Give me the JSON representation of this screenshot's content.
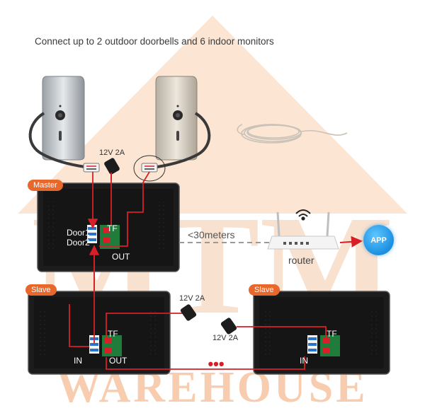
{
  "title": "Connect up to 2 outdoor doorbells and 6 indoor monitors",
  "watermark": {
    "big": "MTM",
    "word": "WAREHOUSE"
  },
  "badges": {
    "master": "Master",
    "slave_left": "Slave",
    "slave_right": "Slave"
  },
  "ports": {
    "door1": "Door1",
    "door2": "Door2",
    "tf_master": "TF",
    "out_master": "OUT",
    "tf_slave_left": "TF",
    "in_slave_left": "IN",
    "out_slave_left": "OUT",
    "tf_slave_right": "TF",
    "in_slave_right": "IN"
  },
  "power": {
    "adapter_top": "12V 2A",
    "adapter_mid_upper": "12V 2A",
    "adapter_mid_lower": "12V 2A"
  },
  "network": {
    "distance": "<30meters",
    "router": "router",
    "app": "APP"
  },
  "more": "•••",
  "colors": {
    "wire": "#d61f26",
    "accent": "#e8672a",
    "watermark": "#f3c9a8",
    "app": "#1b8fe0"
  }
}
